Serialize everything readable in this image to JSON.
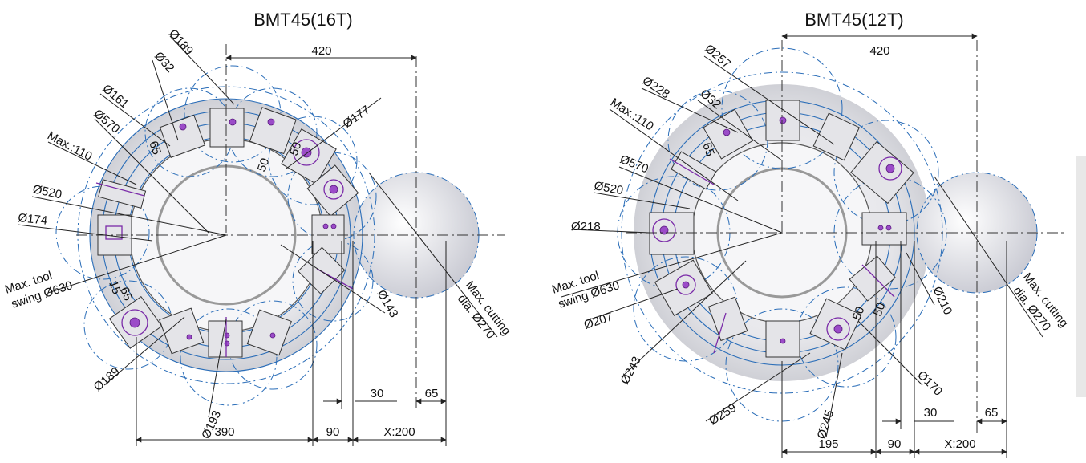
{
  "left": {
    "title": "BMT45(16T)",
    "labels": {
      "d189_top": "Ø189",
      "d32": "Ø32",
      "d161": "Ø161",
      "d570": "Ø570",
      "max110": "Max.:110",
      "d520": "Ø520",
      "d174": "Ø174",
      "maxtool1": "Max. tool",
      "maxtool2": "swing Ø630",
      "d189_bot": "Ø189",
      "d193": "Ø193",
      "d177": "Ø177",
      "d143": "Ø143",
      "maxcut1": "Max. cutting",
      "maxcut2": "dia. Ø270",
      "v420": "420",
      "v65a": "65",
      "v50a": "50",
      "v50b": "50",
      "v15": "15",
      "v65b": "65",
      "v30": "30",
      "v65c": "65",
      "v390": "390",
      "v90": "90",
      "x200": "X:200"
    }
  },
  "right": {
    "title": "BMT45(12T)",
    "labels": {
      "d257": "Ø257",
      "d228": "Ø228",
      "d32": "Ø32",
      "max110": "Max.:110",
      "v65": "65",
      "d570": "Ø570",
      "d520": "Ø520",
      "d218": "Ø218",
      "maxtool1": "Max. tool",
      "maxtool2": "swing Ø630",
      "d207": "Ø207",
      "d243": "Ø243",
      "d259": "Ø259",
      "d245": "Ø245",
      "d170": "Ø170",
      "d210": "Ø210",
      "maxcut1": "Max. cutting",
      "maxcut2": "dia. Ø270",
      "v420": "420",
      "v50a": "50",
      "v50b": "50",
      "v30": "30",
      "v65b": "65",
      "v195": "195",
      "v90": "90",
      "x200": "X:200"
    }
  }
}
